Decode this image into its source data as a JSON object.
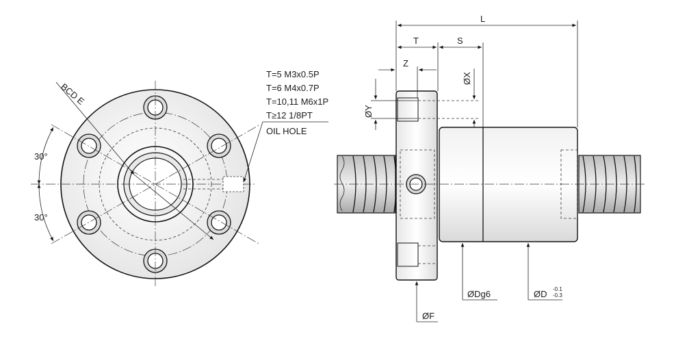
{
  "front_view": {
    "bcd_label": "BCD E",
    "angle_top": "30°",
    "angle_bottom": "30°"
  },
  "oil_hole_spec": {
    "lines": [
      "T=5  M3x0.5P",
      "T=6  M4x0.7P",
      "T=10,11  M6x1P",
      "T≥12  1/8PT"
    ],
    "label": "OIL HOLE"
  },
  "side_view": {
    "dim_L": "L",
    "dim_T": "T",
    "dim_S": "S",
    "dim_Z": "Z",
    "dim_Y": "ØY",
    "dim_X": "ØX",
    "dim_F": "ØF",
    "dim_Dg6": "ØDg6",
    "dim_D": "ØD",
    "dim_D_tol_upper": "-0.1",
    "dim_D_tol_lower": "-0.3"
  }
}
